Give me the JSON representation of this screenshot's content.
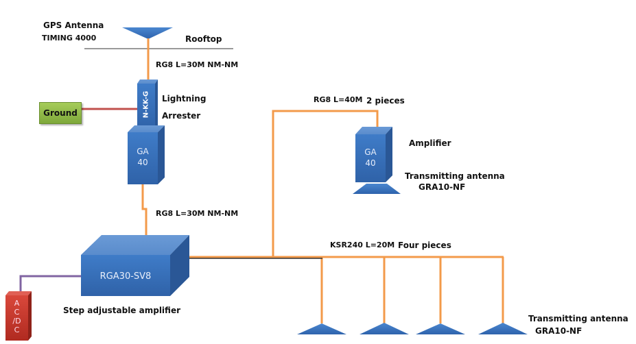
{
  "diagram": {
    "gps_antenna": {
      "title": "GPS Antenna",
      "model": "TIMING 4000"
    },
    "rooftop_label": "Rooftop",
    "cable_top": "RG8 L=30M  NM-NM",
    "lightning_arrester": {
      "model": "N-KK-G",
      "label_line1": "Lightning",
      "label_line2": "Arrester"
    },
    "ground_label": "Ground",
    "amplifier_ga40_left": {
      "line1": "GA",
      "line2": "40"
    },
    "cable_middle": "RG8 L=30M  NM-NM",
    "main_amplifier": {
      "model": "RGA30-SV8",
      "caption": "Step adjustable amplifier"
    },
    "power_supply": {
      "lines": [
        "A",
        "C",
        "/D",
        "C"
      ]
    },
    "cable_branch": {
      "spec": "RG8 L=40M",
      "qty": "2 pieces"
    },
    "amplifier_ga40_right": {
      "line1": "GA",
      "line2": "40",
      "label": "Amplifier"
    },
    "tx_antenna_upper": {
      "line1": "Transmitting antenna",
      "line2": "GRA10-NF"
    },
    "cable_bus": {
      "spec": "KSR240  L=20M",
      "qty": "Four pieces"
    },
    "tx_antenna_lower": {
      "line1": "Transmitting antenna",
      "line2": "GRA10-NF"
    },
    "colors": {
      "cable": "#f39a4a",
      "device_blue": "#3a72c0",
      "ground_wire": "#c0504d",
      "power_wire": "#8064a2",
      "power_box": "#c0392b",
      "ground_box": "#8cb848"
    }
  }
}
